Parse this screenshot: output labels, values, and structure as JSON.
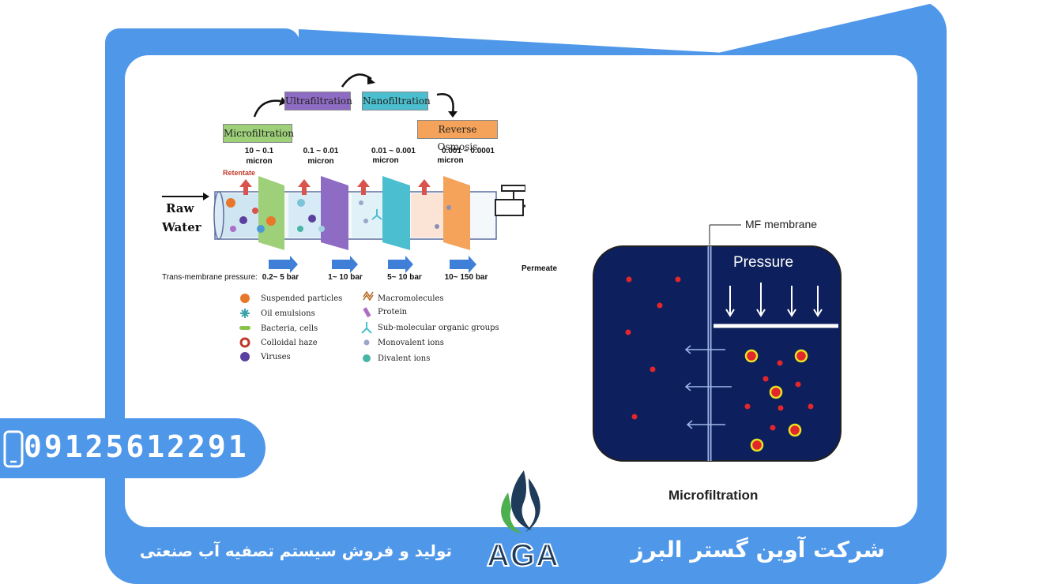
{
  "diagram": {
    "stages": [
      "Microfiltration",
      "Ultrafiltration",
      "Nanofiltration",
      "Reverse Osmosis"
    ],
    "sizes": [
      {
        "range": "10 ~ 0.1",
        "unit": "micron"
      },
      {
        "range": "0.1 ~ 0.01",
        "unit": "micron"
      },
      {
        "range": "0.01 ~ 0.001",
        "unit": "micron"
      },
      {
        "range": "0.001 ~ 0.0001",
        "unit": "micron"
      }
    ],
    "retentate": "Retentate",
    "raw_water_line1": "Raw",
    "raw_water_line2": "Water",
    "permeate": "Permeate",
    "pressure_label": "Trans-membrane pressure:",
    "pressures": [
      "0.2~ 5 bar",
      "1~ 10 bar",
      "5~ 10 bar",
      "10~ 150 bar"
    ],
    "legend_left": [
      "Suspended particles",
      "Oil emulsions",
      "Bacteria, cells",
      "Colloidal haze",
      "Viruses"
    ],
    "legend_right": [
      "Macromolecules",
      "Protein",
      "Sub-molecular organic groups",
      "Monovalent ions",
      "Divalent ions"
    ],
    "colors": {
      "microfiltration": "#9ed07a",
      "ultrafiltration": "#8f6cc4",
      "nanofiltration": "#4bbfcf",
      "reverse_osmosis": "#f5a35a",
      "arrow_up": "#d9534f",
      "arrow_right": "#3f7fd8"
    }
  },
  "mf_figure": {
    "membrane_label": "MF membrane",
    "pressure": "Pressure",
    "caption": "Microfiltration",
    "colors": {
      "background": "#0d1f5c",
      "small_particle": "#e3262b",
      "large_particle_ring": "#e6e321"
    }
  },
  "contact": {
    "phone": "09125612291"
  },
  "footer": {
    "tagline": "تولید و فروش سیستم تصفیه آب صنعتی",
    "company": "شرکت آوین گستر البرز",
    "logo_text": "AGA"
  },
  "brand_colors": {
    "frame_blue": "#4f97e8"
  }
}
